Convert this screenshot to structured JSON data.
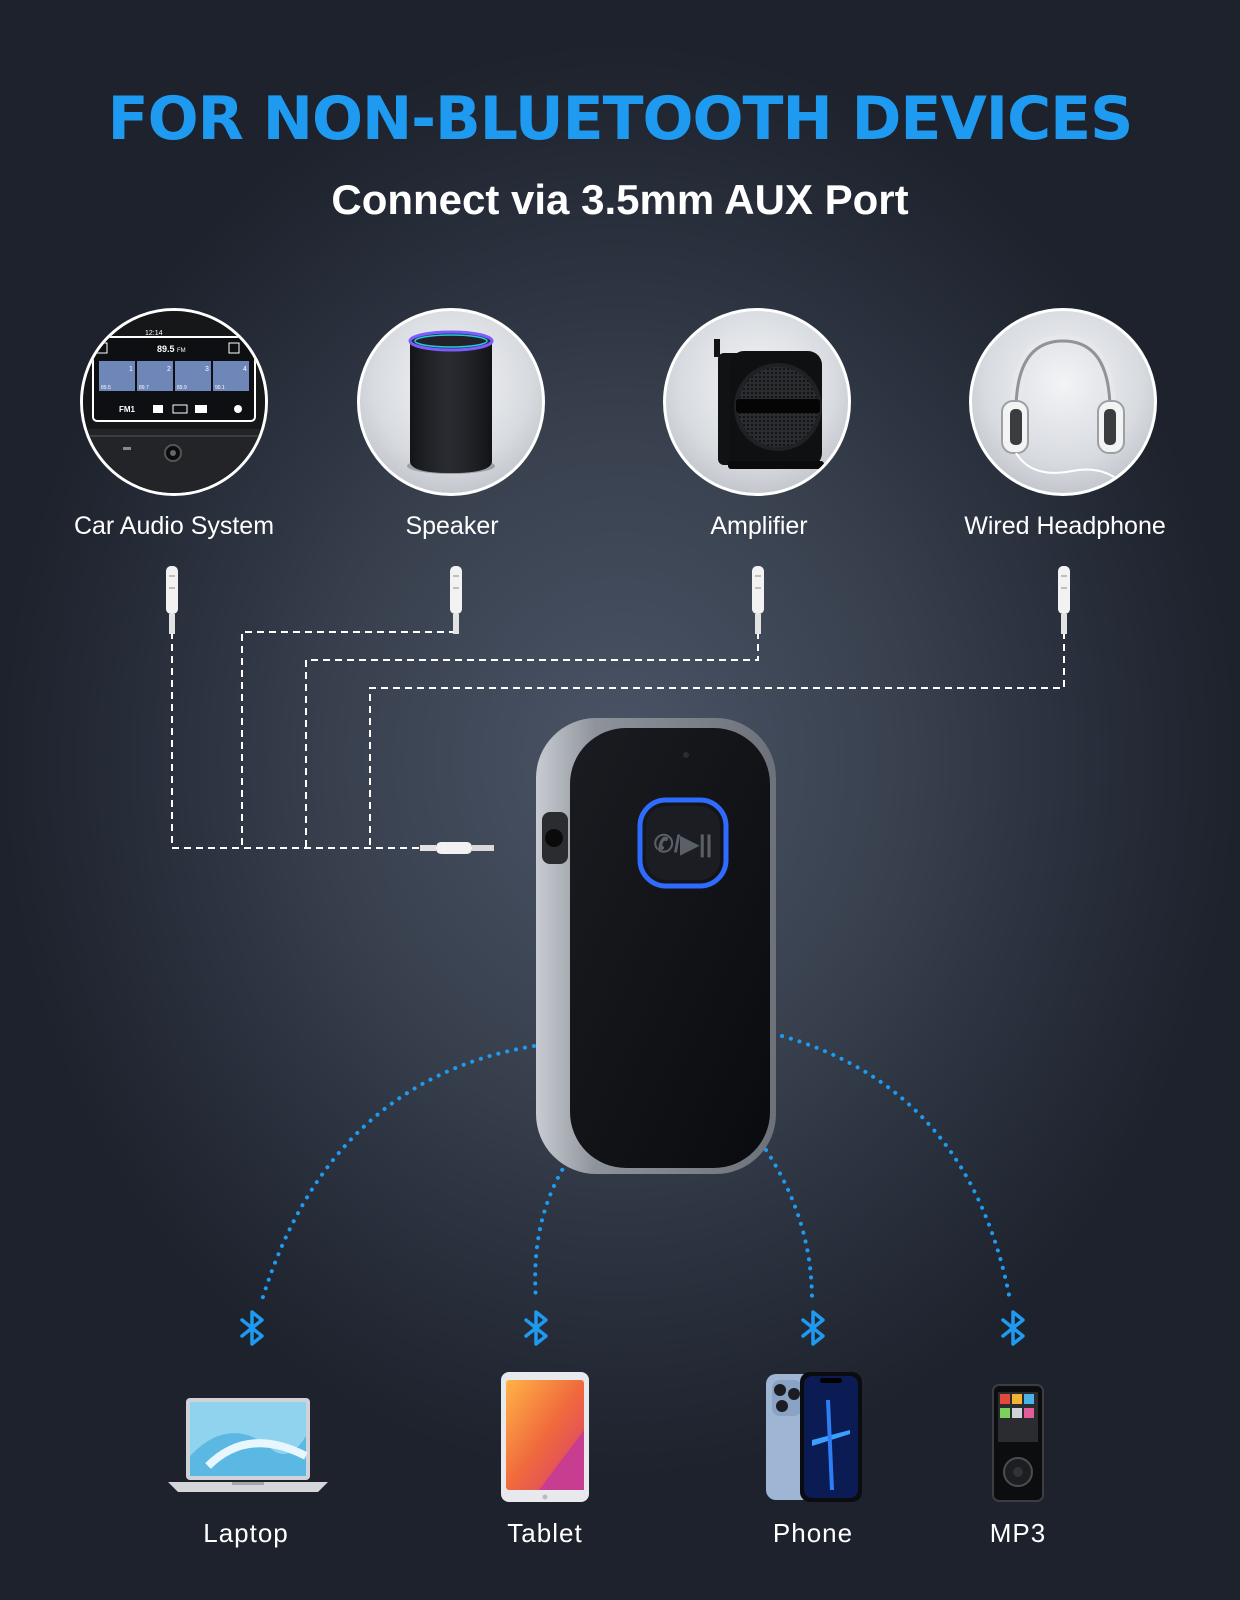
{
  "header": {
    "title": "FOR NON-BLUETOOTH DEVICES",
    "subtitle": "Connect via 3.5mm AUX Port"
  },
  "aux_devices": [
    {
      "label": "Car Audio System",
      "icon": "car-stereo-icon"
    },
    {
      "label": "Speaker",
      "icon": "speaker-icon"
    },
    {
      "label": "Amplifier",
      "icon": "amplifier-icon"
    },
    {
      "label": "Wired Headphone",
      "icon": "headphone-icon"
    }
  ],
  "car_screen": {
    "time": "12:14",
    "frequency": "89.5",
    "unit": "FM",
    "band": "FM1",
    "presets": [
      "1",
      "2",
      "3",
      "4"
    ],
    "preset_freqs": [
      "89.5",
      "89.7",
      "89.9",
      "90.1"
    ]
  },
  "receiver": {
    "button_icon": "call-play-pause-icon",
    "button_glyph": "✆/▶||",
    "led_color": "#2f6bff",
    "body_color": "#111318",
    "frame_color": "#9a9ea6"
  },
  "bluetooth_devices": [
    {
      "label": "Laptop",
      "icon": "laptop-icon"
    },
    {
      "label": "Tablet",
      "icon": "tablet-icon"
    },
    {
      "label": "Phone",
      "icon": "phone-icon"
    },
    {
      "label": "MP3",
      "icon": "mp3-player-icon"
    }
  ],
  "colors": {
    "accent": "#1e9bf0",
    "bluetooth": "#1e9bf0",
    "cable_dash": "#ffffff"
  }
}
